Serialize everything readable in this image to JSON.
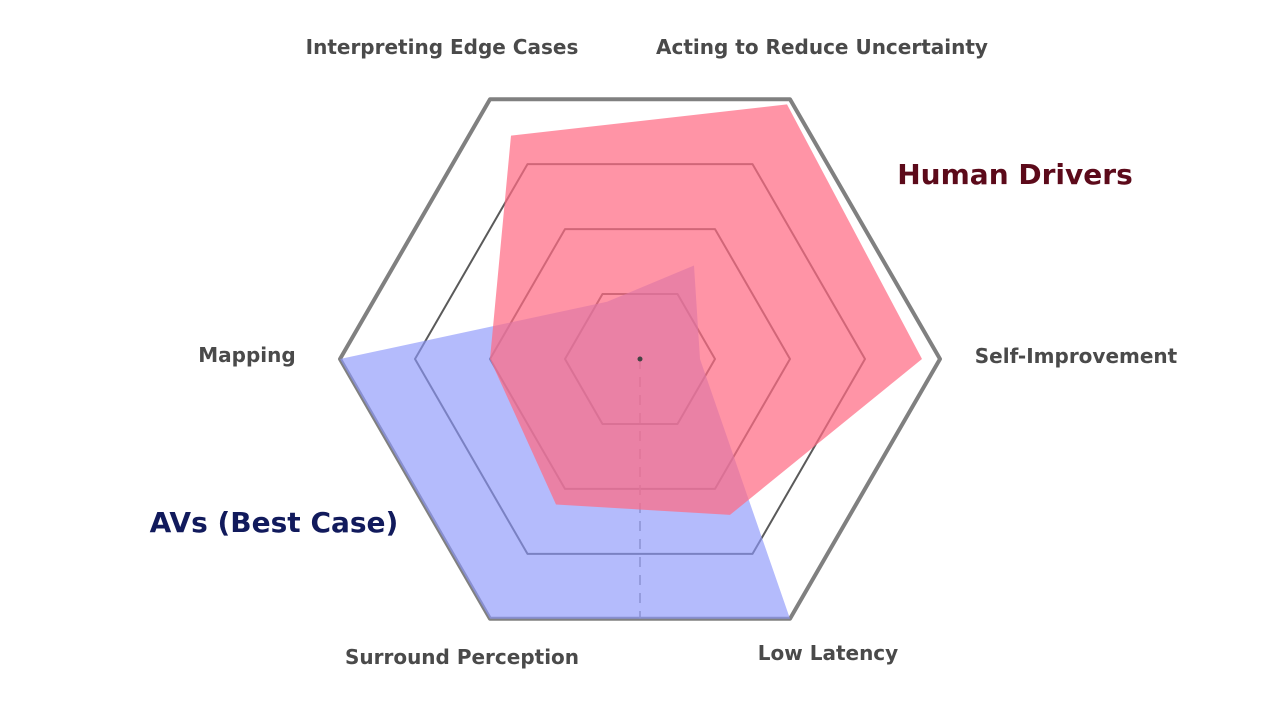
{
  "chart_data": {
    "type": "radar",
    "axes": [
      "Acting to Reduce Uncertainty",
      "Self-Improvement",
      "Low Latency",
      "Surround Perception",
      "Mapping",
      "Interpreting Edge Cases"
    ],
    "rmax": 5,
    "rings": 4,
    "series": [
      {
        "name": "AVs (Best Case)",
        "color": "#8c96fa",
        "label_color": "#111a5c",
        "values": [
          1.8,
          1.0,
          5.0,
          5.0,
          5.0,
          1.1
        ]
      },
      {
        "name": "Human Drivers",
        "color": "#ff6b84",
        "label_color": "#5c0a1a",
        "values": [
          4.9,
          4.7,
          3.0,
          2.8,
          2.5,
          4.3
        ]
      }
    ]
  }
}
